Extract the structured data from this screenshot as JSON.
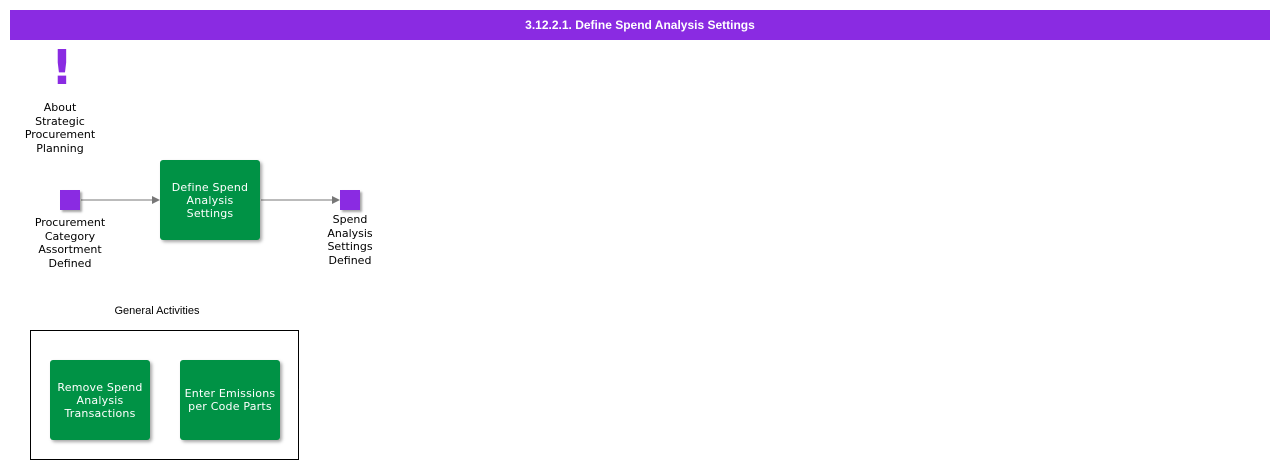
{
  "header": {
    "title": "3.12.2.1. Define Spend Analysis Settings",
    "color": "#8a2be2"
  },
  "about": {
    "glyph": "!",
    "label": "About\nStrategic\nProcurement\nPlanning"
  },
  "flow": {
    "start_event": {
      "label": "Procurement\nCategory\nAssortment\nDefined"
    },
    "main_task": {
      "label": "Define Spend\nAnalysis\nSettings"
    },
    "end_event": {
      "label": "Spend\nAnalysis\nSettings\nDefined"
    }
  },
  "general_activities": {
    "label": "General Activities",
    "items": [
      {
        "label": "Remove Spend\nAnalysis\nTransactions"
      },
      {
        "label": "Enter Emissions\nper Code Parts"
      }
    ]
  },
  "colors": {
    "event": "#8a2be2",
    "task": "#009245",
    "arrow": "#777777"
  }
}
